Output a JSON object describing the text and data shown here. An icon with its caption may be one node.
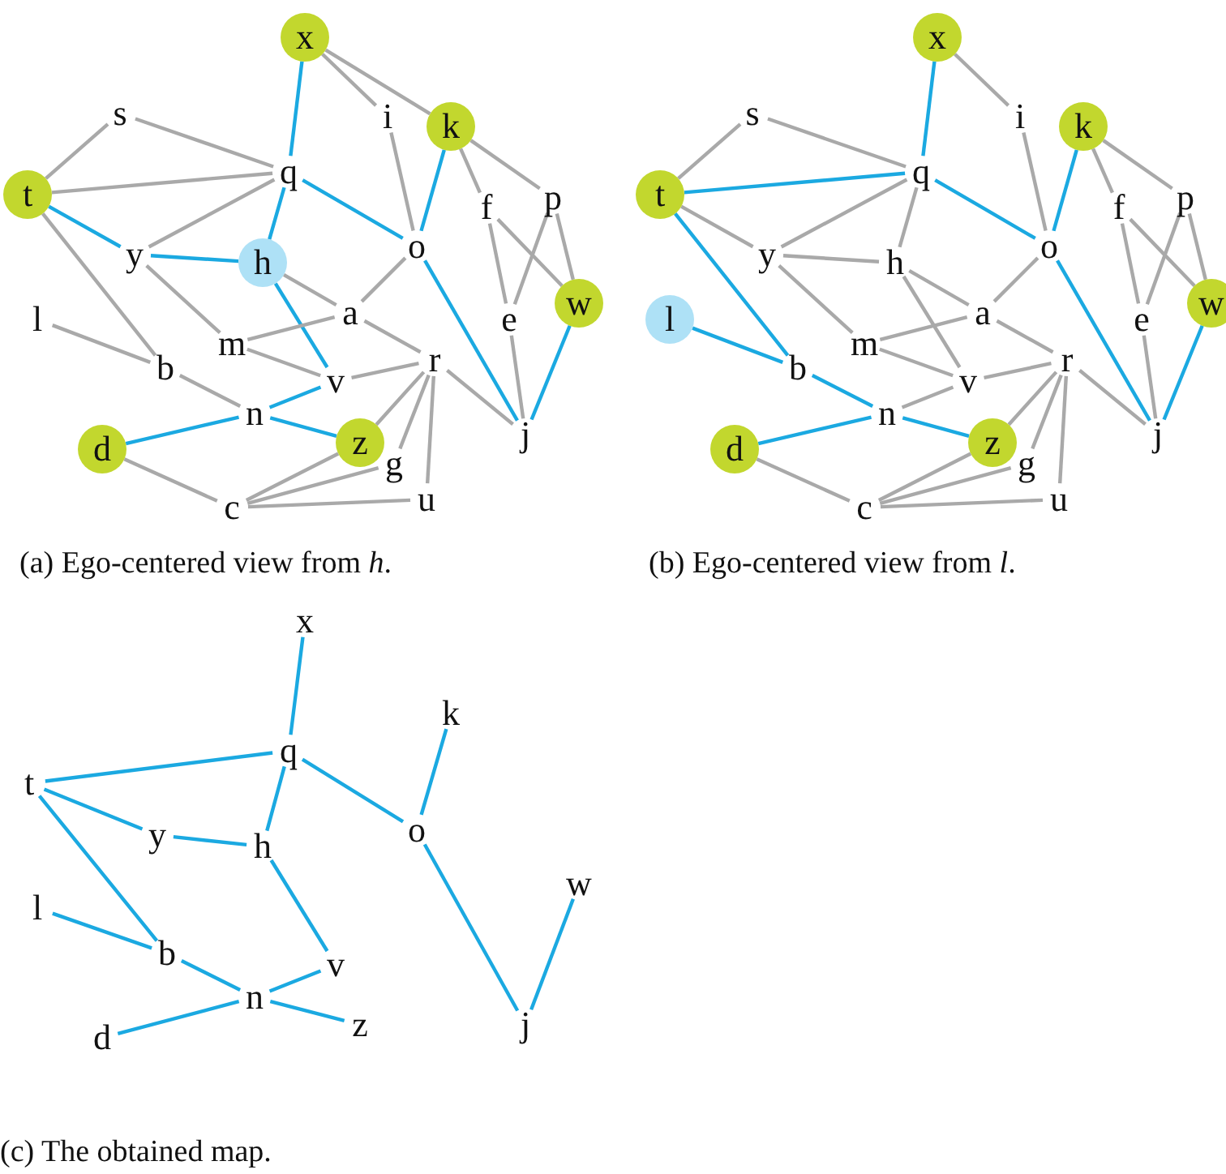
{
  "diagram": {
    "nodes": [
      {
        "text": [
          "x"
        ]
      },
      {
        "text": [
          "s"
        ]
      },
      {
        "text": [
          "i"
        ]
      },
      {
        "text": [
          "k"
        ]
      },
      {
        "text": [
          "q"
        ]
      },
      {
        "text": [
          "t"
        ]
      },
      {
        "text": [
          "p"
        ]
      },
      {
        "text": [
          "f"
        ]
      },
      {
        "text": [
          "o"
        ]
      },
      {
        "text": [
          "y"
        ]
      },
      {
        "text": [
          "h"
        ]
      },
      {
        "text": [
          "w"
        ]
      },
      {
        "text": [
          "a"
        ]
      },
      {
        "text": [
          "l"
        ]
      },
      {
        "text": [
          "e"
        ]
      },
      {
        "text": [
          "m"
        ]
      },
      {
        "text": [
          "r"
        ]
      },
      {
        "text": [
          "b"
        ]
      },
      {
        "text": [
          "v"
        ]
      },
      {
        "text": [
          "n"
        ]
      },
      {
        "text": [
          "j"
        ]
      },
      {
        "text": [
          "z"
        ]
      },
      {
        "text": [
          "d"
        ]
      },
      {
        "text": [
          "g"
        ]
      },
      {
        "text": [
          "u"
        ]
      },
      {
        "text": [
          "c"
        ]
      },
      {
        "text": [
          "x"
        ]
      },
      {
        "text": [
          "s"
        ]
      },
      {
        "text": [
          "i"
        ]
      },
      {
        "text": [
          "k"
        ]
      },
      {
        "text": [
          "q"
        ]
      },
      {
        "text": [
          "t"
        ]
      },
      {
        "text": [
          "p"
        ]
      },
      {
        "text": [
          "f"
        ]
      },
      {
        "text": [
          "o"
        ]
      },
      {
        "text": [
          "y"
        ]
      },
      {
        "text": [
          "h"
        ]
      },
      {
        "text": [
          "w"
        ]
      },
      {
        "text": [
          "a"
        ]
      },
      {
        "text": [
          "l"
        ]
      },
      {
        "text": [
          "e"
        ]
      },
      {
        "text": [
          "m"
        ]
      },
      {
        "text": [
          "r"
        ]
      },
      {
        "text": [
          "b"
        ]
      },
      {
        "text": [
          "v"
        ]
      },
      {
        "text": [
          "n"
        ]
      },
      {
        "text": [
          "j"
        ]
      },
      {
        "text": [
          "z"
        ]
      },
      {
        "text": [
          "d"
        ]
      },
      {
        "text": [
          "g"
        ]
      },
      {
        "text": [
          "u"
        ]
      },
      {
        "text": [
          "c"
        ]
      },
      {
        "text": [
          "x"
        ]
      },
      {
        "text": [
          "k"
        ]
      },
      {
        "text": [
          "q"
        ]
      },
      {
        "text": [
          "t"
        ]
      },
      {
        "text": [
          "o"
        ]
      },
      {
        "text": [
          "y"
        ]
      },
      {
        "text": [
          "h"
        ]
      },
      {
        "text": [
          "w"
        ]
      },
      {
        "text": [
          "l"
        ]
      },
      {
        "text": [
          "b"
        ]
      },
      {
        "text": [
          "v"
        ]
      },
      {
        "text": [
          "n"
        ]
      },
      {
        "text": [
          "z"
        ]
      },
      {
        "text": [
          "j"
        ]
      },
      {
        "text": [
          "d"
        ]
      }
    ],
    "edges": [
      {
        "from": 0,
        "to": 4,
        "arrow": "none",
        "color": "#1ba9e1"
      },
      {
        "from": 0,
        "to": 2,
        "arrow": "none"
      },
      {
        "from": 0,
        "to": 3,
        "arrow": "none"
      },
      {
        "from": 1,
        "to": 5,
        "arrow": "none"
      },
      {
        "from": 1,
        "to": 4,
        "arrow": "none"
      },
      {
        "from": 5,
        "to": 4,
        "arrow": "none"
      },
      {
        "from": 5,
        "to": 9,
        "arrow": "none",
        "color": "#1ba9e1"
      },
      {
        "from": 5,
        "to": 17,
        "arrow": "none"
      },
      {
        "from": 4,
        "to": 9,
        "arrow": "none"
      },
      {
        "from": 4,
        "to": 10,
        "arrow": "none",
        "color": "#1ba9e1"
      },
      {
        "from": 4,
        "to": 8,
        "arrow": "none",
        "color": "#1ba9e1"
      },
      {
        "from": 2,
        "to": 8,
        "arrow": "none"
      },
      {
        "from": 3,
        "to": 8,
        "arrow": "none",
        "color": "#1ba9e1"
      },
      {
        "from": 3,
        "to": 7,
        "arrow": "none"
      },
      {
        "from": 3,
        "to": 6,
        "arrow": "none"
      },
      {
        "from": 7,
        "to": 14,
        "arrow": "none"
      },
      {
        "from": 7,
        "to": 11,
        "arrow": "none"
      },
      {
        "from": 6,
        "to": 14,
        "arrow": "none"
      },
      {
        "from": 6,
        "to": 11,
        "arrow": "none"
      },
      {
        "from": 9,
        "to": 10,
        "arrow": "none",
        "color": "#1ba9e1"
      },
      {
        "from": 9,
        "to": 15,
        "arrow": "none"
      },
      {
        "from": 10,
        "to": 12,
        "arrow": "none"
      },
      {
        "from": 10,
        "to": 18,
        "arrow": "none",
        "color": "#1ba9e1"
      },
      {
        "from": 8,
        "to": 12,
        "arrow": "none"
      },
      {
        "from": 8,
        "to": 20,
        "arrow": "none",
        "color": "#1ba9e1"
      },
      {
        "from": 12,
        "to": 15,
        "arrow": "none"
      },
      {
        "from": 12,
        "to": 16,
        "arrow": "none"
      },
      {
        "from": 13,
        "to": 17,
        "arrow": "none"
      },
      {
        "from": 15,
        "to": 18,
        "arrow": "none"
      },
      {
        "from": 17,
        "to": 19,
        "arrow": "none"
      },
      {
        "from": 18,
        "to": 16,
        "arrow": "none"
      },
      {
        "from": 19,
        "to": 18,
        "arrow": "none",
        "color": "#1ba9e1"
      },
      {
        "from": 19,
        "to": 21,
        "arrow": "none",
        "color": "#1ba9e1"
      },
      {
        "from": 19,
        "to": 22,
        "arrow": "none",
        "color": "#1ba9e1"
      },
      {
        "from": 16,
        "to": 20,
        "arrow": "none"
      },
      {
        "from": 16,
        "to": 21,
        "arrow": "none"
      },
      {
        "from": 16,
        "to": 23,
        "arrow": "none"
      },
      {
        "from": 16,
        "to": 24,
        "arrow": "none"
      },
      {
        "from": 25,
        "to": 21,
        "arrow": "none"
      },
      {
        "from": 25,
        "to": 23,
        "arrow": "none"
      },
      {
        "from": 25,
        "to": 24,
        "arrow": "none"
      },
      {
        "from": 25,
        "to": 22,
        "arrow": "none"
      },
      {
        "from": 14,
        "to": 20,
        "arrow": "none"
      },
      {
        "from": 11,
        "to": 20,
        "arrow": "none",
        "color": "#1ba9e1"
      },
      {
        "from": 26,
        "to": 30,
        "arrow": "none",
        "color": "#1ba9e1"
      },
      {
        "from": 26,
        "to": 28,
        "arrow": "none"
      },
      {
        "from": 27,
        "to": 31,
        "arrow": "none"
      },
      {
        "from": 27,
        "to": 30,
        "arrow": "none"
      },
      {
        "from": 31,
        "to": 30,
        "arrow": "none",
        "color": "#1ba9e1"
      },
      {
        "from": 31,
        "to": 35,
        "arrow": "none"
      },
      {
        "from": 31,
        "to": 43,
        "arrow": "none",
        "color": "#1ba9e1"
      },
      {
        "from": 30,
        "to": 35,
        "arrow": "none"
      },
      {
        "from": 30,
        "to": 36,
        "arrow": "none"
      },
      {
        "from": 30,
        "to": 34,
        "arrow": "none",
        "color": "#1ba9e1"
      },
      {
        "from": 28,
        "to": 34,
        "arrow": "none"
      },
      {
        "from": 29,
        "to": 34,
        "arrow": "none",
        "color": "#1ba9e1"
      },
      {
        "from": 29,
        "to": 33,
        "arrow": "none"
      },
      {
        "from": 29,
        "to": 32,
        "arrow": "none"
      },
      {
        "from": 33,
        "to": 40,
        "arrow": "none"
      },
      {
        "from": 33,
        "to": 37,
        "arrow": "none"
      },
      {
        "from": 32,
        "to": 40,
        "arrow": "none"
      },
      {
        "from": 32,
        "to": 37,
        "arrow": "none"
      },
      {
        "from": 35,
        "to": 36,
        "arrow": "none"
      },
      {
        "from": 35,
        "to": 41,
        "arrow": "none"
      },
      {
        "from": 36,
        "to": 38,
        "arrow": "none"
      },
      {
        "from": 36,
        "to": 44,
        "arrow": "none"
      },
      {
        "from": 34,
        "to": 38,
        "arrow": "none"
      },
      {
        "from": 34,
        "to": 46,
        "arrow": "none",
        "color": "#1ba9e1"
      },
      {
        "from": 38,
        "to": 41,
        "arrow": "none"
      },
      {
        "from": 38,
        "to": 42,
        "arrow": "none"
      },
      {
        "from": 39,
        "to": 43,
        "arrow": "none",
        "color": "#1ba9e1"
      },
      {
        "from": 41,
        "to": 44,
        "arrow": "none"
      },
      {
        "from": 43,
        "to": 45,
        "arrow": "none",
        "color": "#1ba9e1"
      },
      {
        "from": 44,
        "to": 42,
        "arrow": "none"
      },
      {
        "from": 45,
        "to": 44,
        "arrow": "none"
      },
      {
        "from": 45,
        "to": 47,
        "arrow": "none",
        "color": "#1ba9e1"
      },
      {
        "from": 45,
        "to": 48,
        "arrow": "none",
        "color": "#1ba9e1"
      },
      {
        "from": 42,
        "to": 46,
        "arrow": "none"
      },
      {
        "from": 42,
        "to": 47,
        "arrow": "none"
      },
      {
        "from": 42,
        "to": 49,
        "arrow": "none"
      },
      {
        "from": 42,
        "to": 50,
        "arrow": "none"
      },
      {
        "from": 51,
        "to": 47,
        "arrow": "none"
      },
      {
        "from": 51,
        "to": 49,
        "arrow": "none"
      },
      {
        "from": 51,
        "to": 50,
        "arrow": "none"
      },
      {
        "from": 51,
        "to": 48,
        "arrow": "none"
      },
      {
        "from": 40,
        "to": 46,
        "arrow": "none"
      },
      {
        "from": 37,
        "to": 46,
        "arrow": "none",
        "color": "#1ba9e1"
      },
      {
        "from": 52,
        "to": 54,
        "arrow": "none",
        "color": "#1ba9e1"
      },
      {
        "from": 55,
        "to": 54,
        "arrow": "none",
        "color": "#1ba9e1"
      },
      {
        "from": 54,
        "to": 58,
        "arrow": "none",
        "color": "#1ba9e1"
      },
      {
        "from": 54,
        "to": 56,
        "arrow": "none",
        "color": "#1ba9e1"
      },
      {
        "from": 53,
        "to": 56,
        "arrow": "none",
        "color": "#1ba9e1"
      },
      {
        "from": 55,
        "to": 57,
        "arrow": "none",
        "color": "#1ba9e1"
      },
      {
        "from": 57,
        "to": 58,
        "arrow": "none",
        "color": "#1ba9e1"
      },
      {
        "from": 55,
        "to": 61,
        "arrow": "none",
        "color": "#1ba9e1"
      },
      {
        "from": 60,
        "to": 61,
        "arrow": "none",
        "color": "#1ba9e1"
      },
      {
        "from": 58,
        "to": 62,
        "arrow": "none",
        "color": "#1ba9e1"
      },
      {
        "from": 56,
        "to": 65,
        "arrow": "none",
        "color": "#1ba9e1"
      },
      {
        "from": 59,
        "to": 65,
        "arrow": "none",
        "color": "#1ba9e1"
      },
      {
        "from": 61,
        "to": 63,
        "arrow": "none",
        "color": "#1ba9e1"
      },
      {
        "from": 63,
        "to": 62,
        "arrow": "none",
        "color": "#1ba9e1"
      },
      {
        "from": 63,
        "to": 64,
        "arrow": "none",
        "color": "#1ba9e1"
      },
      {
        "from": 63,
        "to": 66,
        "arrow": "none",
        "color": "#1ba9e1"
      }
    ],
    "labels": [
      "(a) Ego-centered view from *h*.",
      "(b) Ego-centered view from *l*.",
      "(c) The obtained map."
    ]
  }
}
